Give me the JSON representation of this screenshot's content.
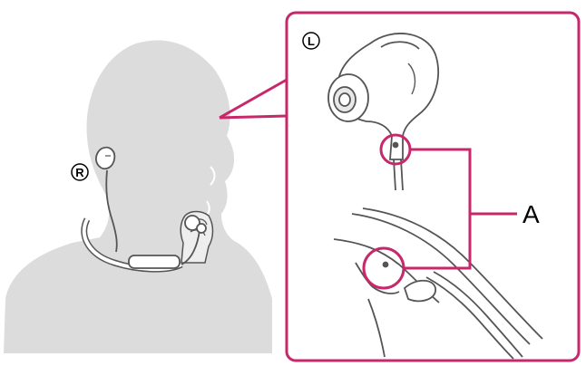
{
  "diagram": {
    "right_side_mark": "R",
    "left_side_mark": "L",
    "callout_label": "A",
    "colors": {
      "accent": "#c7286b",
      "silhouette": "#dcdcdc",
      "outline": "#555555"
    }
  }
}
